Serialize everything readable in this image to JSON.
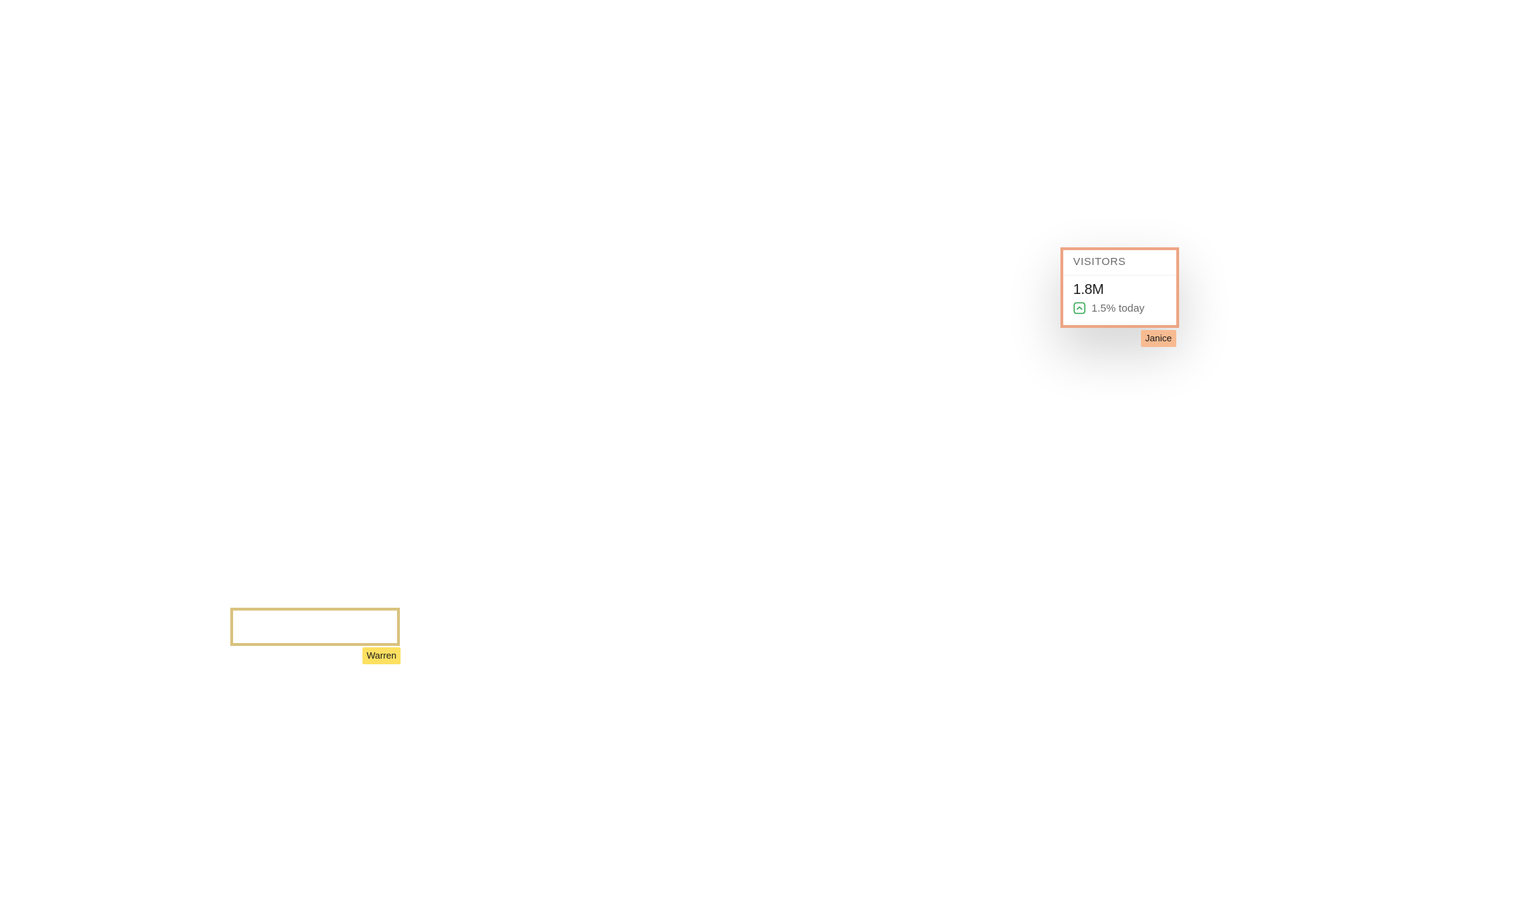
{
  "stat_card": {
    "title": "VISITORS",
    "value": "1.8M",
    "change": "1.5% today",
    "trend_icon": "chevron-up-square-icon",
    "trend_color": "#34a853"
  },
  "collaborators": [
    {
      "name": "Janice",
      "color": "#f7bb91",
      "outline_color": "#eda584"
    },
    {
      "name": "Warren",
      "color": "#fde061",
      "outline_color": "#d9c27e"
    }
  ]
}
